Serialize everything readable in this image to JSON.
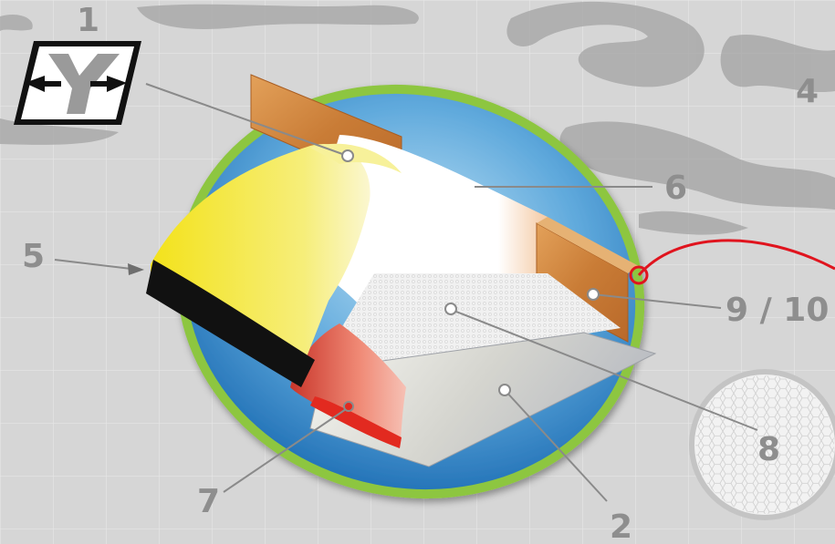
{
  "colors": {
    "background": "#d6d6d6",
    "grid": "#e4e4e4",
    "swirl": "#9a9a9a",
    "callout_text": "#8e8e8e",
    "leader_line": "#8a8a8a",
    "outer_ring": "#8dc63f",
    "ellipse_fill": "#2f86c9",
    "wood": "#d18b45",
    "yellow_layer": "#f2e21d",
    "black_edge": "#111111",
    "red_edge": "#e8332a",
    "white_layer": "#ffffff",
    "mesh_layer": "#eeeeee",
    "silver_base": "#d8d8d4",
    "red_cable": "#e0141e"
  },
  "icons": {
    "logo": "y-arrows-logo-icon",
    "detail": "hexagon-mesh-detail-icon"
  },
  "callouts": {
    "c1": "1",
    "c2": "2",
    "c4": "4",
    "c5": "5",
    "c6": "6",
    "c7": "7",
    "c8": "8",
    "c9_10": "9 / 10"
  }
}
